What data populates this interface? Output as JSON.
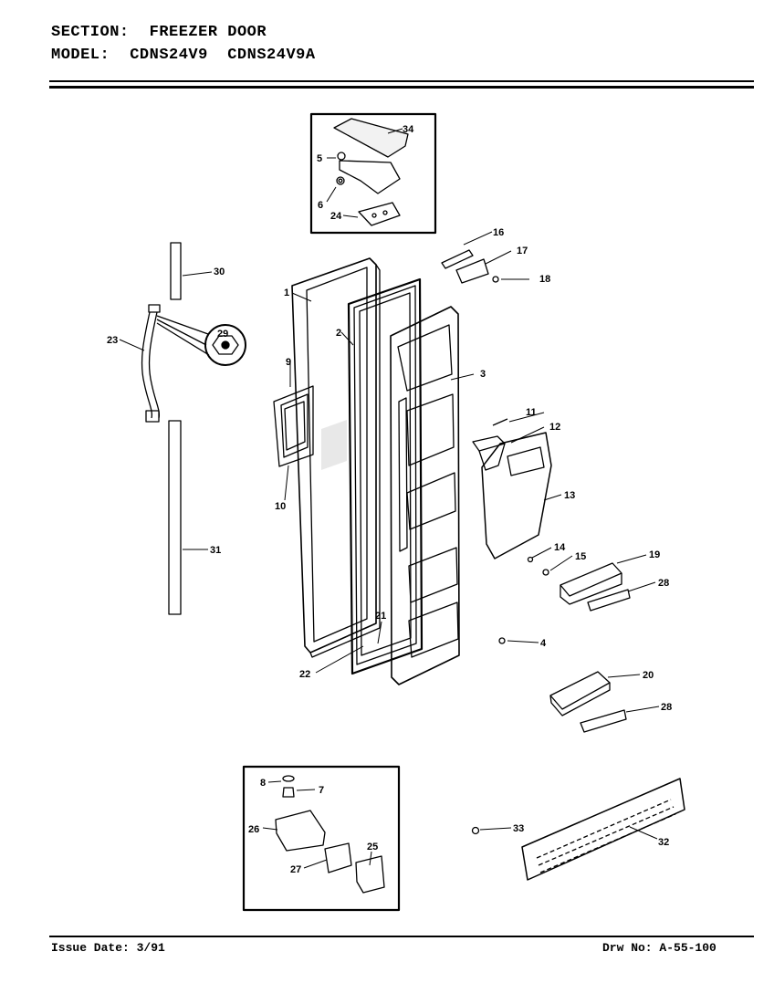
{
  "header": {
    "section_label": "SECTION:",
    "section_value": "FREEZER DOOR",
    "model_label": "MODEL:",
    "model_value": "CDNS24V9  CDNS24V9A"
  },
  "footer": {
    "issue_date": "Issue Date: 3/91",
    "drawing_no": "Drw No: A-55-100"
  },
  "callouts": {
    "c1": "1",
    "c2": "2",
    "c3": "3",
    "c4": "4",
    "c5": "5",
    "c6": "6",
    "c7": "7",
    "c8": "8",
    "c9": "9",
    "c10": "10",
    "c11": "11",
    "c12": "12",
    "c13": "13",
    "c14": "14",
    "c15": "15",
    "c16": "16",
    "c17": "17",
    "c18": "18",
    "c19": "19",
    "c20": "20",
    "c21": "21",
    "c22": "22",
    "c23": "23",
    "c24": "24",
    "c25": "25",
    "c26": "26",
    "c27": "27",
    "c28a": "28",
    "c28b": "28",
    "c29": "29",
    "c30": "30",
    "c31": "31",
    "c32": "32",
    "c33": "33",
    "c34": "34"
  }
}
